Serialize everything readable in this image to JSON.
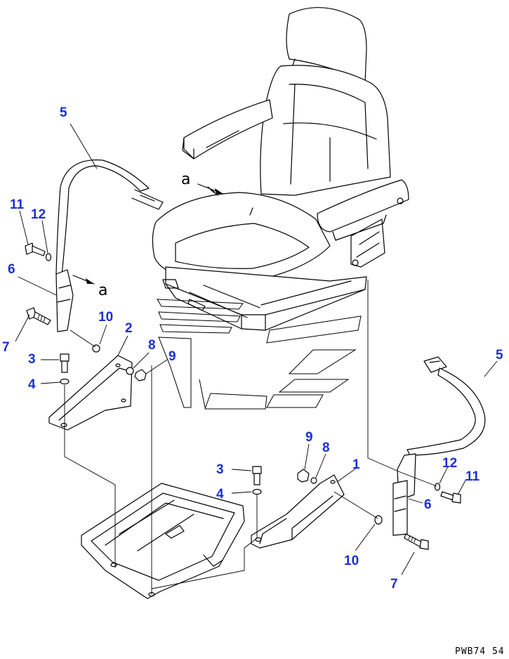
{
  "diagram": {
    "view_ref_label": "a",
    "drawing_ref": "PWB74 54",
    "callouts": {
      "belt_left": "5",
      "belt_right": "5",
      "bolt_11_left": "11",
      "washer_12_left": "12",
      "buckle_6_left": "6",
      "bolt_7_left": "7",
      "washer_10_left": "10",
      "bracket_2": "2",
      "washer_8_left": "8",
      "nut_9_left": "9",
      "bolt_3_left": "3",
      "washer_4_left": "4",
      "bracket_1": "1",
      "nut_9_right": "9",
      "washer_8_right": "8",
      "bolt_3_right": "3",
      "washer_4_right": "4",
      "washer_10_right": "10",
      "washer_12_right": "12",
      "bolt_11_right": "11",
      "buckle_6_right": "6",
      "bolt_7_right": "7"
    }
  }
}
